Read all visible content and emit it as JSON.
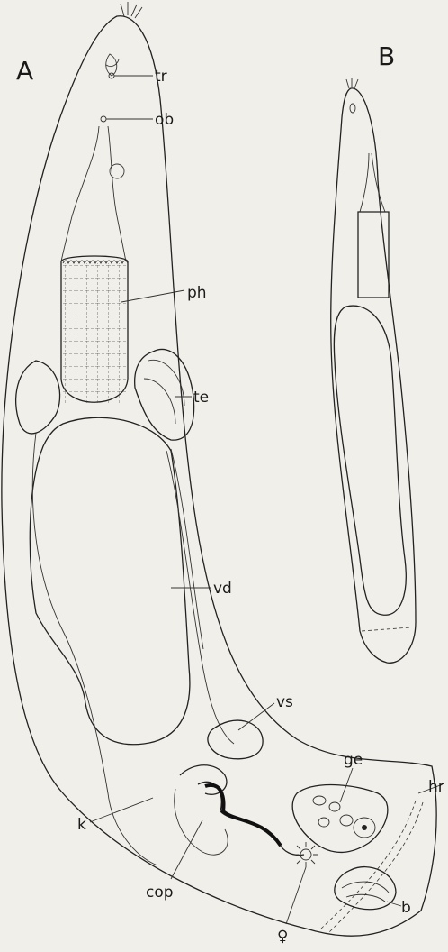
{
  "panels": {
    "a": "A",
    "b": "B"
  },
  "labels": {
    "tr": "tr",
    "ob": "ob",
    "ph": "ph",
    "te": "te",
    "vd": "vd",
    "vs": "vs",
    "ge": "ge",
    "hr": "hr",
    "k": "k",
    "cop": "cop",
    "b": "b",
    "genital_pore": "♀"
  },
  "colors": {
    "background": "#f1efea",
    "ink": "#1a1a1a"
  }
}
